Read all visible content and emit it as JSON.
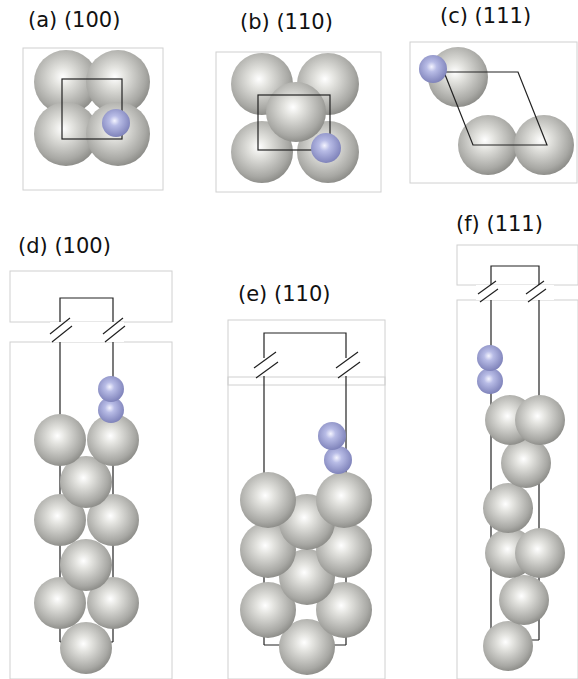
{
  "diagram": {
    "labels": [
      "(a) (100)",
      "(b) (110)",
      "(c) (111)",
      "(d) (100)",
      "(e) (110)",
      "(f) (111)"
    ]
  }
}
